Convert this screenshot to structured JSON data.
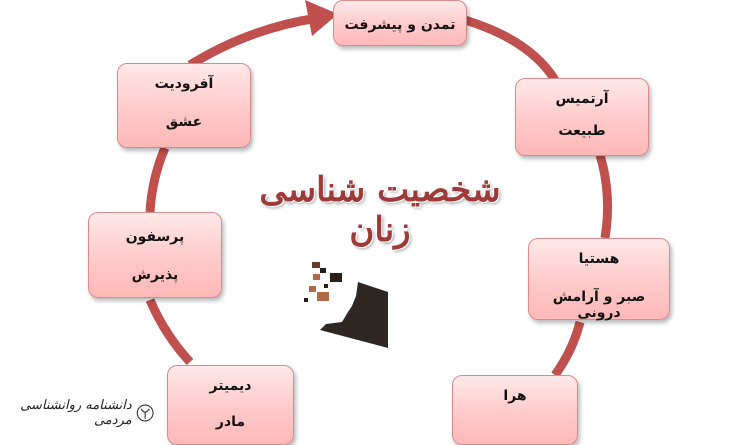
{
  "diagram": {
    "title": "شخصیت شناسی زنان",
    "colors": {
      "arrow": "#c0504d",
      "node_border": "#d98b8b",
      "node_fill_top": "#ffe9e9",
      "node_fill_bottom": "#ffb8b8",
      "title": "#9e3a3a"
    },
    "nodes": [
      {
        "id": "top",
        "name": "تمدن و پیشرفت",
        "trait": ""
      },
      {
        "id": "artemis",
        "name": "آرتمیس",
        "trait": "طبیعت"
      },
      {
        "id": "hestia",
        "name": "هستیا",
        "trait": "صبر و آرامش درونی"
      },
      {
        "id": "hera",
        "name": "هرا",
        "trait": ""
      },
      {
        "id": "demeter",
        "name": "دیمیتر",
        "trait": "مادر"
      },
      {
        "id": "persephone",
        "name": "پرسفون",
        "trait": "پذیرش"
      },
      {
        "id": "aphrodite",
        "name": "آفرودیت",
        "trait": "عشق"
      }
    ]
  },
  "watermark": {
    "text": "دانشنامه روانشناسی مردمی",
    "icon": "psi-logo-icon"
  },
  "center_icon": "head-pixel-logo-icon"
}
